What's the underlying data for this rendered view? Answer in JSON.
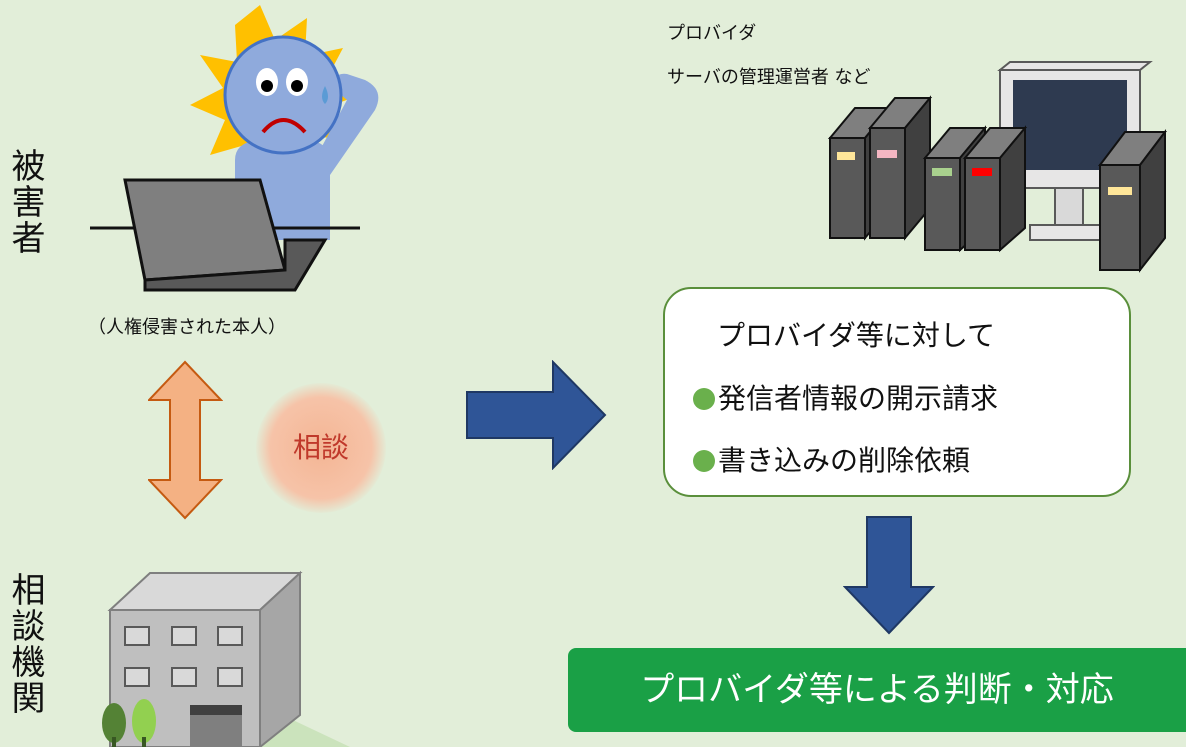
{
  "victim": {
    "label": "被害者",
    "caption": "（人権侵害された本人）"
  },
  "agency": {
    "label": "相談機関"
  },
  "consult": {
    "label": "相談"
  },
  "provider": {
    "title": "プロバイダ",
    "subtitle": "サーバの管理運営者 など"
  },
  "request_box": {
    "heading": "プロバイダ等に対して",
    "items": [
      "発信者情報の開示請求",
      "書き込みの削除依頼"
    ]
  },
  "result": {
    "label": "プロバイダ等による判断・対応"
  },
  "colors": {
    "background": "#e2eed9",
    "arrow_blue": "#2f5597",
    "arrow_orange": "#f4b183",
    "result_green": "#1aa046",
    "bullet_green": "#6ab04c",
    "box_border": "#5a8f3b"
  }
}
